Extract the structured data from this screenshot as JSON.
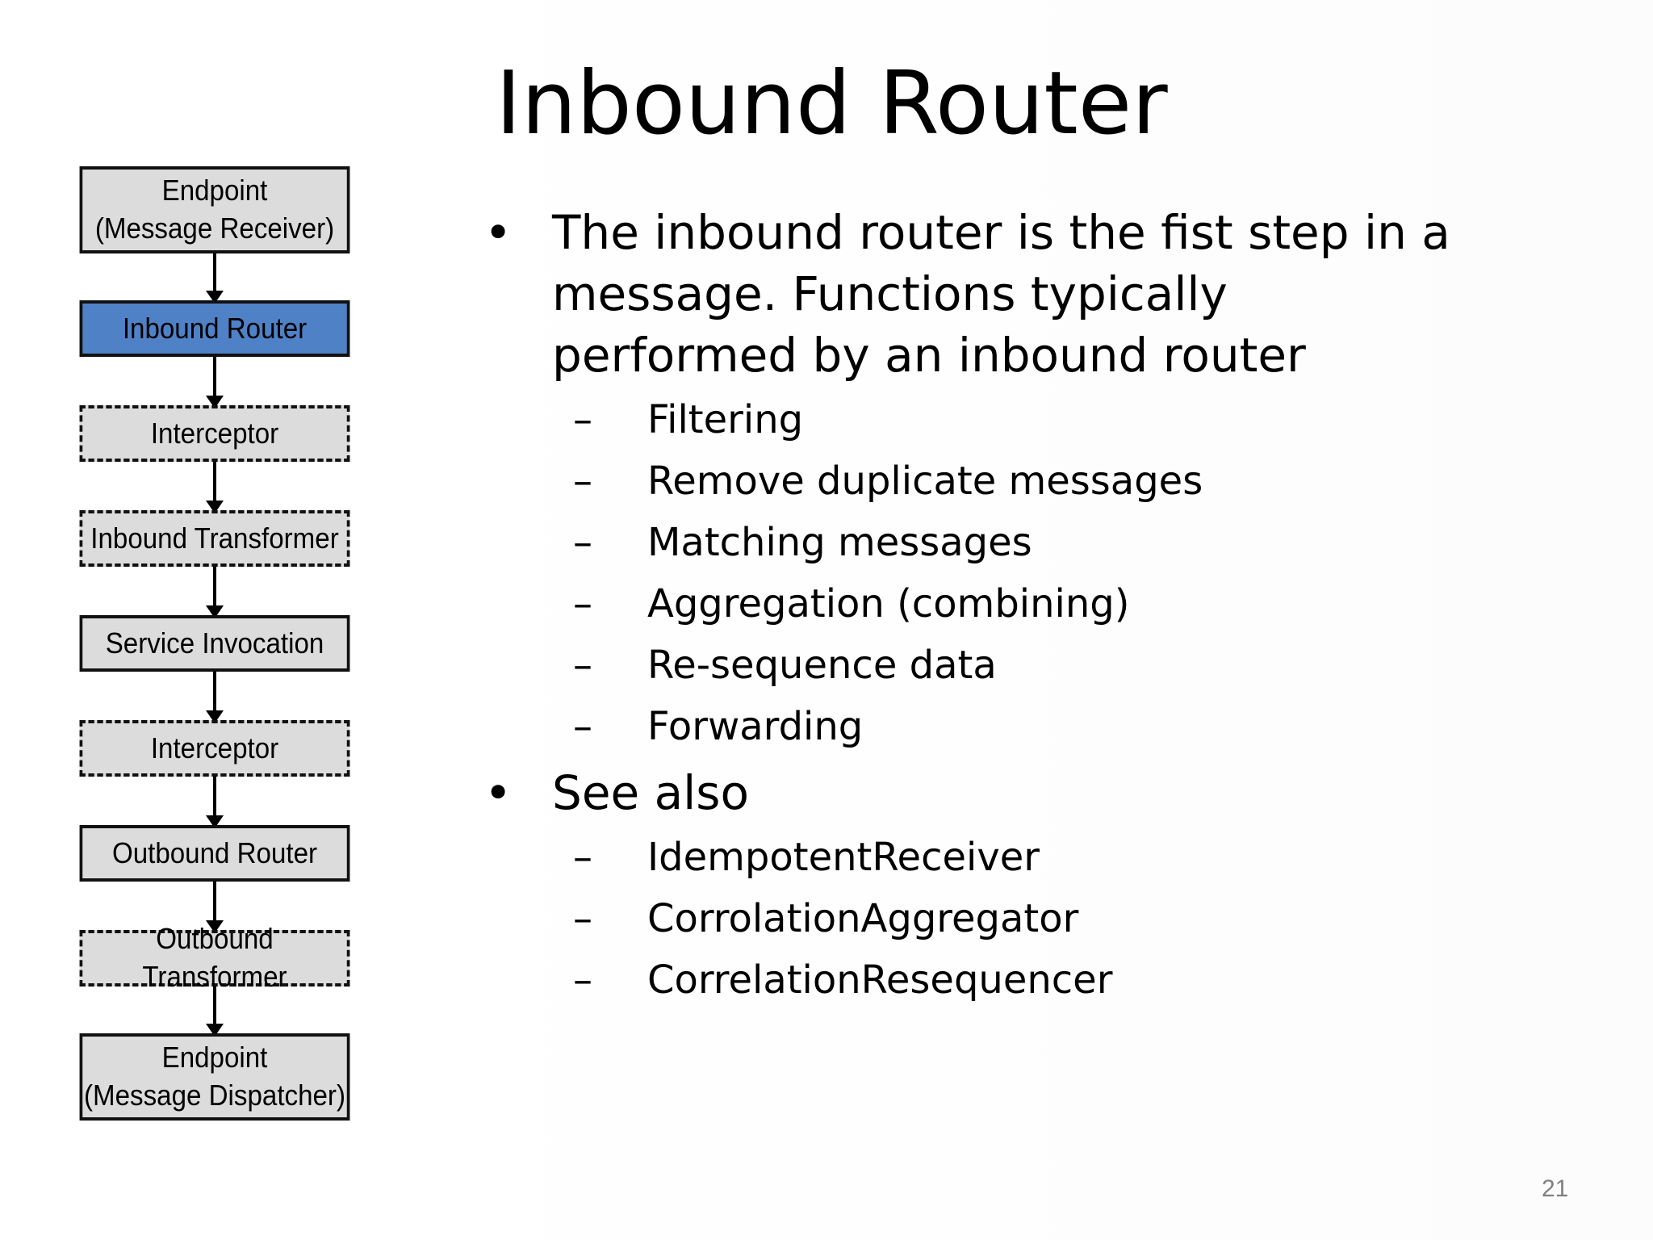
{
  "slide": {
    "title": "Inbound Router",
    "page_number": "21"
  },
  "flow": {
    "endpoint_receiver": [
      "Endpoint",
      "(Message Receiver)"
    ],
    "inbound_router": "Inbound Router",
    "interceptor_1": "Interceptor",
    "inbound_transformer": "Inbound Transformer",
    "service_invocation": "Service Invocation",
    "interceptor_2": "Interceptor",
    "outbound_router": "Outbound Router",
    "outbound_transformer": "Outbound Transformer",
    "endpoint_dispatcher": [
      "Endpoint",
      "(Message Dispatcher)"
    ],
    "active_color": "#4f81c7"
  },
  "content": {
    "bullet_marker": "•",
    "dash_marker": "–",
    "bullet1": {
      "lines": [
        "The inbound router is the fist step in a",
        "message.  Functions typically",
        "performed by an inbound router"
      ],
      "items": [
        "Filtering",
        "Remove duplicate messages",
        "Matching messages",
        "Aggregation (combining)",
        "Re-sequence data",
        "Forwarding"
      ]
    },
    "bullet2": {
      "text": "See also",
      "items": [
        "IdempotentReceiver",
        "CorrolationAggregator",
        "CorrelationResequencer"
      ]
    }
  }
}
